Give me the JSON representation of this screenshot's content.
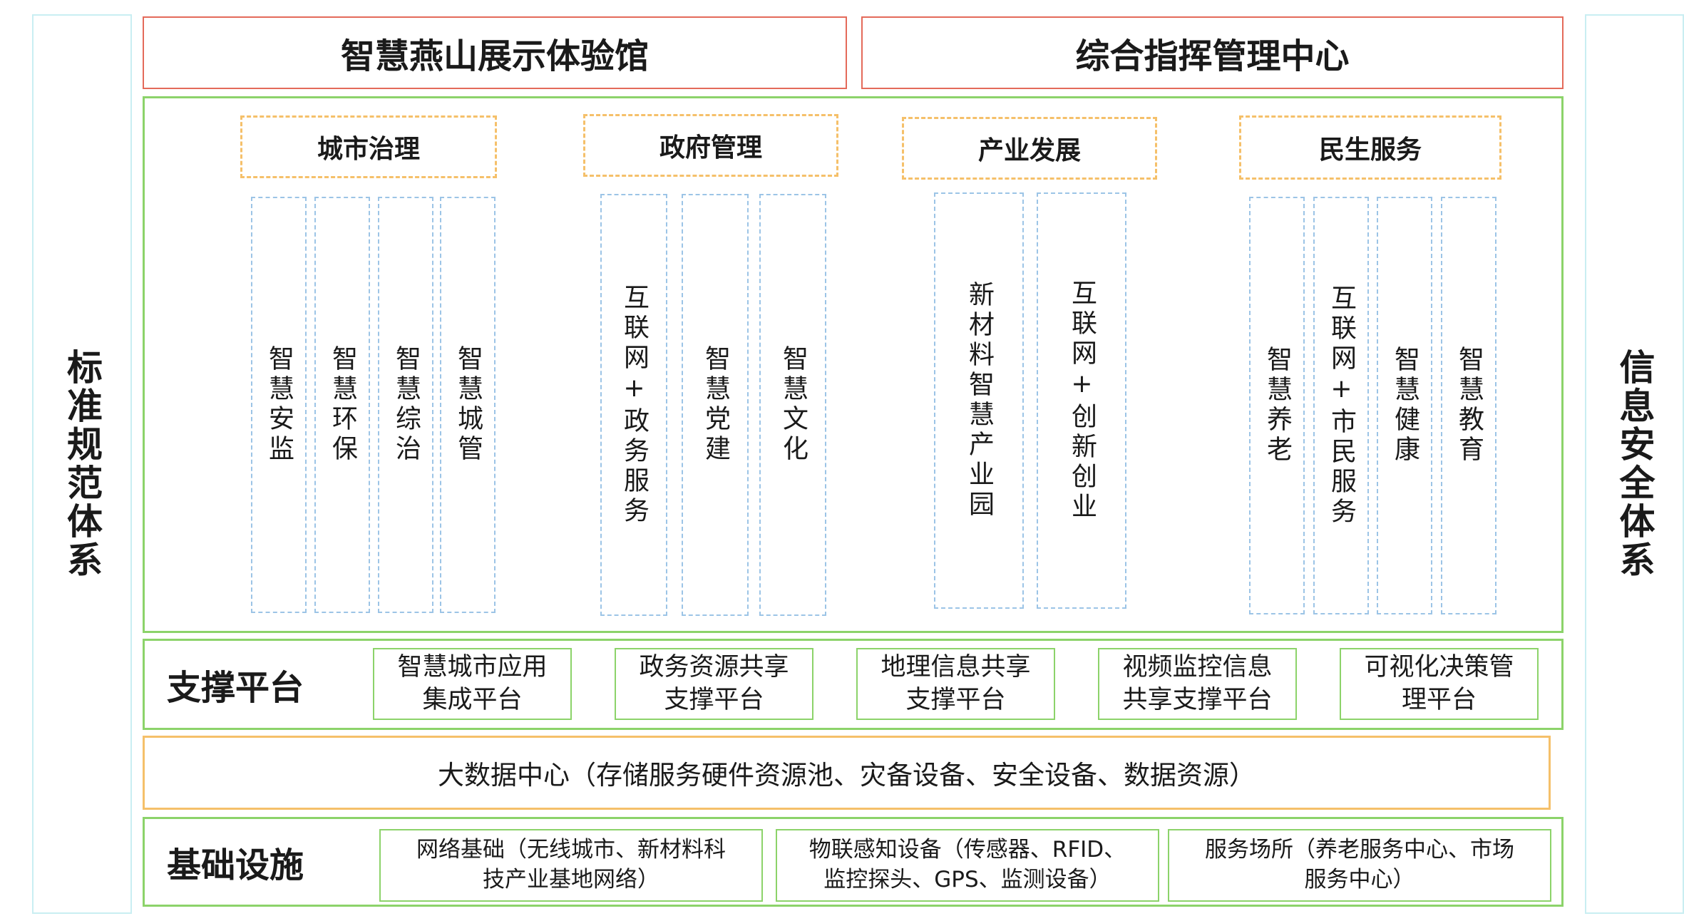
{
  "side_left": "标准规范体系",
  "side_right": "信息安全体系",
  "top": {
    "left": "智慧燕山展示体验馆",
    "right": "综合指挥管理中心"
  },
  "categories": [
    {
      "title": "城市治理",
      "items": [
        "智慧安监",
        "智慧环保",
        "智慧综治",
        "智慧城管"
      ]
    },
    {
      "title": "政府管理",
      "items": [
        "互联网+政务服务",
        "智慧党建",
        "智慧文化"
      ]
    },
    {
      "title": "产业发展",
      "items": [
        "新材料智慧产业园",
        "互联网+创新创业"
      ]
    },
    {
      "title": "民生服务",
      "items": [
        "智慧养老",
        "互联网+市民服务",
        "智慧健康",
        "智慧教育"
      ]
    }
  ],
  "support": {
    "label": "支撑平台",
    "platforms": [
      [
        "智慧城市应用",
        "集成平台"
      ],
      [
        "政务资源共享",
        "支撑平台"
      ],
      [
        "地理信息共享",
        "支撑平台"
      ],
      [
        "视频监控信息",
        "共享支撑平台"
      ],
      [
        "可视化决策管",
        "理平台"
      ]
    ]
  },
  "bigdata": "大数据中心（存储服务硬件资源池、灾备设备、安全设备、数据资源）",
  "infra": {
    "label": "基础设施",
    "items": [
      [
        "网络基础（无线城市、新材料科",
        "技产业基地网络）"
      ],
      [
        "物联感知设备（传感器、RFID、",
        "监控探头、GPS、监测设备）"
      ],
      [
        "服务场所（养老服务中心、市场",
        "服务中心）"
      ]
    ]
  }
}
